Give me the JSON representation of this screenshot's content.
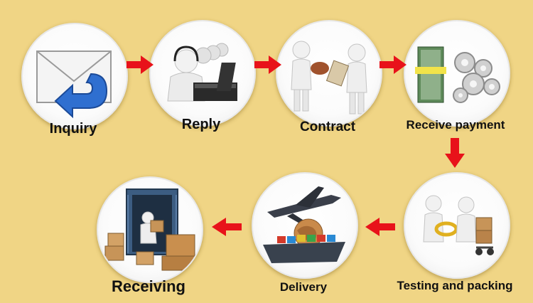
{
  "steps": [
    {
      "label": "Inquiry",
      "icon": "envelope-reply-icon"
    },
    {
      "label": "Reply",
      "icon": "call-center-icon"
    },
    {
      "label": "Contract",
      "icon": "handshake-contract-icon"
    },
    {
      "label": "Receive payment",
      "icon": "money-gears-icon"
    },
    {
      "label": "Testing and packing",
      "icon": "testing-packing-icon"
    },
    {
      "label": "Delivery",
      "icon": "plane-ship-globe-icon"
    },
    {
      "label": "Receiving",
      "icon": "container-boxes-icon"
    }
  ],
  "colors": {
    "background": "#f0d585",
    "arrow": "#e8121a",
    "text": "#111111"
  }
}
